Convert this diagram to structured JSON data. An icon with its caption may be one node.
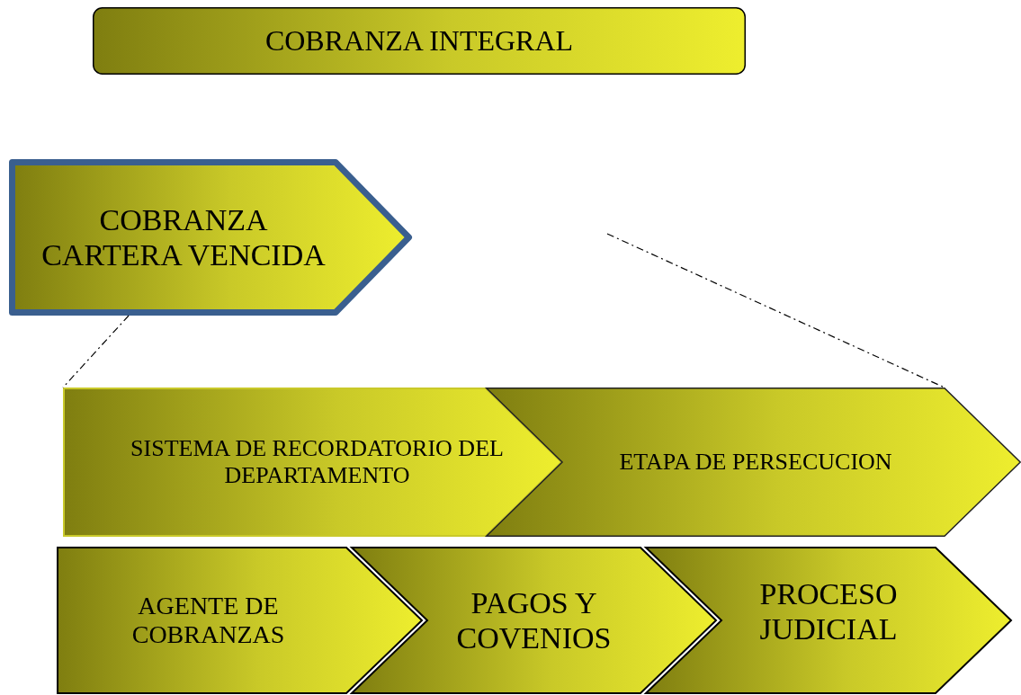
{
  "diagram": {
    "nodes": [
      {
        "text": [
          "COBRANZA INTEGRAL"
        ]
      },
      {
        "text": [
          "COBRANZA CARTERA VENCIDA"
        ]
      },
      {
        "text": [
          "SISTEMA DE RECORDATORIO DEL DEPARTAMENTO"
        ]
      },
      {
        "text": [
          "ETAPA DE PERSECUCION"
        ]
      },
      {
        "text": [
          "AGENTE DE COBRANZAS"
        ]
      },
      {
        "text": [
          "PAGOS Y COVENIOS"
        ]
      },
      {
        "text": [
          "PROCESO JUDICIAL"
        ]
      }
    ],
    "edges": [
      {
        "from": 1,
        "to": 2,
        "arrow": "none",
        "style": "dashed"
      },
      {
        "from": null,
        "to": 3,
        "arrow": "none",
        "style": "dashed"
      }
    ]
  }
}
